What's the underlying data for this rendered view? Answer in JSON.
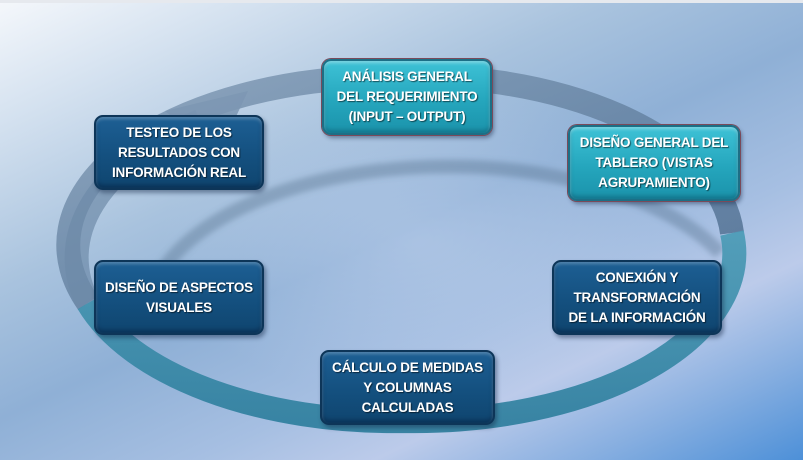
{
  "diagram": {
    "type": "cycle",
    "direction": "clockwise",
    "colors": {
      "highlight_step": "#25a6bd",
      "regular_step": "#14507f",
      "ring_front": "#3f8fac",
      "ring_back": "#5f7f9f"
    },
    "steps": [
      {
        "id": 1,
        "label": "ANÁLISIS GENERAL\nDEL REQUERIMIENTO\n(INPUT – OUTPUT)",
        "style": "teal"
      },
      {
        "id": 2,
        "label": "DISEÑO GENERAL DEL\nTABLERO (VISTAS\nAGRUPAMIENTO)",
        "style": "teal"
      },
      {
        "id": 3,
        "label": "CONEXIÓN Y\nTRANSFORMACIÓN\nDE LA INFORMACIÓN",
        "style": "navy"
      },
      {
        "id": 4,
        "label": "CÁLCULO DE MEDIDAS\nY COLUMNAS\nCALCULADAS",
        "style": "navy"
      },
      {
        "id": 5,
        "label": "DISEÑO DE ASPECTOS\nVISUALES",
        "style": "navy"
      },
      {
        "id": 6,
        "label": "TESTEO DE LOS\nRESULTADOS CON\nINFORMACIÓN REAL",
        "style": "navy"
      }
    ]
  }
}
